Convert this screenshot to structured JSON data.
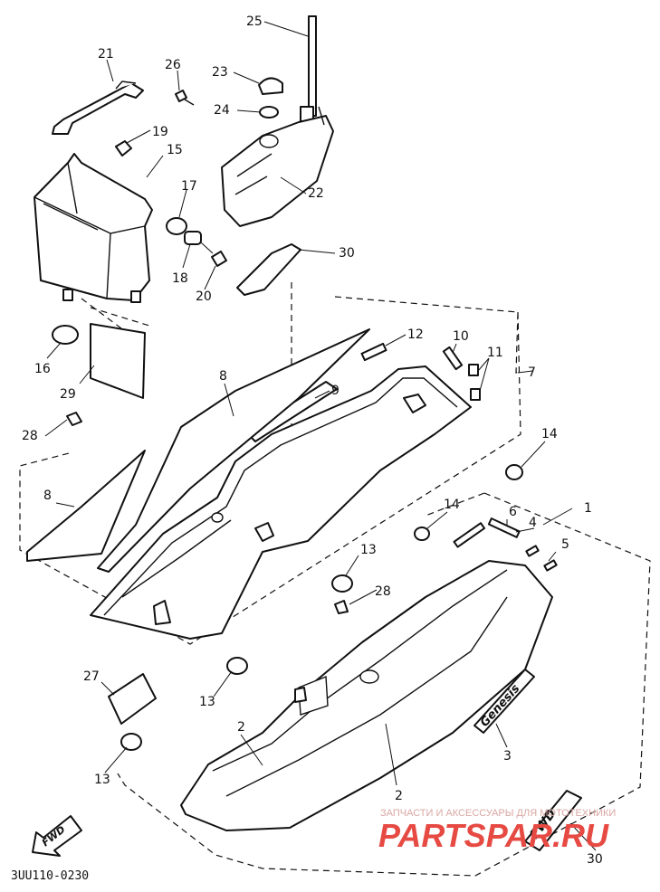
{
  "diagram": {
    "code": "3UU110-0230",
    "callouts": [
      "1",
      "2",
      "2",
      "3",
      "4",
      "5",
      "6",
      "7",
      "8",
      "8",
      "9",
      "10",
      "11",
      "12",
      "13",
      "13",
      "13",
      "14",
      "14",
      "15",
      "16",
      "17",
      "18",
      "19",
      "20",
      "21",
      "22",
      "23",
      "24",
      "25",
      "26",
      "27",
      "28",
      "28",
      "29",
      "30",
      "30"
    ],
    "emblems": {
      "genesis": "Genesis",
      "fwd_plate": "FWD",
      "fwd_arrow": "FWD"
    }
  },
  "watermark": {
    "top_text": "ЗАПЧАСТИ И АКСЕССУАРЫ ДЛЯ МОТОТЕХНИКИ",
    "main_text": "PARTSPAR.RU"
  }
}
